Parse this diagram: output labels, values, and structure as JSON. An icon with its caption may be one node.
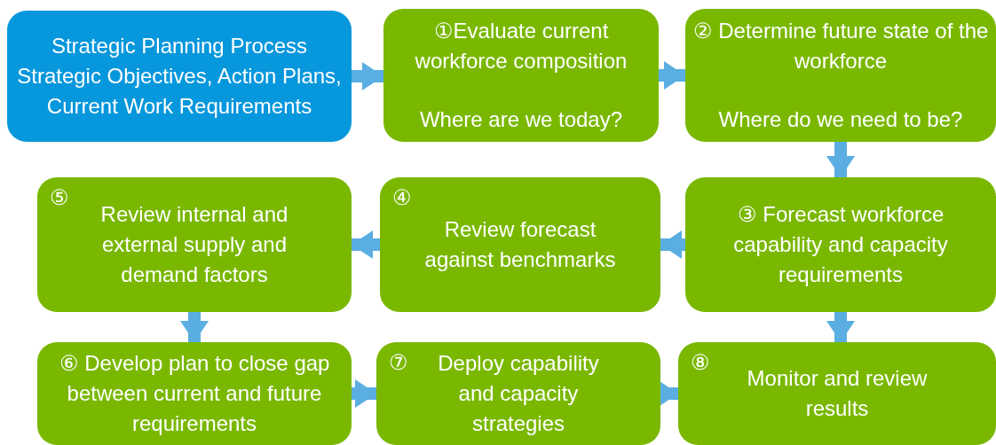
{
  "diagram": {
    "nodes": [
      {
        "text": [
          "Strategic Planning Process Strategic Objectives, Action Plans, Current Work Requirements"
        ]
      },
      {
        "text": [
          "①Evaluate current workforce composition",
          "Where are we today?"
        ]
      },
      {
        "text": [
          "② Determine future state of the workforce",
          "Where do we need to be?"
        ]
      },
      {
        "text": [
          "③ Forecast workforce capability and capacity requirements"
        ]
      },
      {
        "text": [
          "④",
          "Review forecast against benchmarks"
        ]
      },
      {
        "text": [
          "⑤",
          "Review internal and external supply and demand factors"
        ]
      },
      {
        "text": [
          "⑥ Develop plan to close gap between current and future requirements"
        ]
      },
      {
        "text": [
          "⑦",
          "Deploy capability and capacity strategies"
        ]
      },
      {
        "text": [
          "⑧",
          "Monitor and review results"
        ]
      }
    ],
    "edges": [
      {
        "from": 0,
        "to": 1,
        "arrow": "to"
      },
      {
        "from": 1,
        "to": 2,
        "arrow": "to"
      },
      {
        "from": 2,
        "to": 3,
        "arrow": "to"
      },
      {
        "from": 3,
        "to": 4,
        "arrow": "to"
      },
      {
        "from": 4,
        "to": 5,
        "arrow": "to"
      },
      {
        "from": 5,
        "to": 6,
        "arrow": "to"
      },
      {
        "from": 6,
        "to": 7,
        "arrow": "to"
      },
      {
        "from": 7,
        "to": 8,
        "arrow": "to"
      },
      {
        "from": 3,
        "to": 8,
        "arrow": "to"
      }
    ]
  }
}
